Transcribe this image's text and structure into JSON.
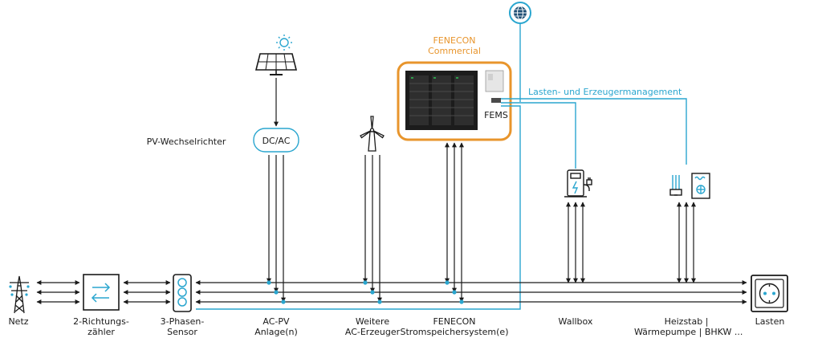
{
  "colors": {
    "line": "#1a1a1a",
    "blue": "#2aa6cf",
    "orange": "#e8952c"
  },
  "labels": {
    "fenecon_commercial_line1": "FENECON",
    "fenecon_commercial_line2": "Commercial",
    "fems": "FEMS",
    "lasten_management": "Lasten- und Erzeugermanagement",
    "pv_wechselrichter": "PV-Wechselrichter",
    "dc_ac": "DC/AC"
  },
  "bottom_labels": {
    "netz": [
      "Netz"
    ],
    "zaehler": [
      "2-Richtungs-",
      "zähler"
    ],
    "sensor": [
      "3-Phasen-",
      "Sensor"
    ],
    "acpv": [
      "AC-PV",
      "Anlage(n)"
    ],
    "weitere": [
      "Weitere",
      "AC-Erzeuger"
    ],
    "speicher": [
      "FENECON",
      "Stromspeichersystem(e)"
    ],
    "wallbox": [
      "Wallbox"
    ],
    "heizstab": [
      "Heizstab |",
      "Wärmepumpe | BHKW ..."
    ],
    "lasten": [
      "Lasten"
    ]
  },
  "icons": [
    "grid-tower-icon",
    "bidirectional-meter-icon",
    "three-phase-sensor-icon",
    "sun-icon",
    "solar-panel-icon",
    "inverter-icon",
    "wind-turbine-icon",
    "battery-cabinet-icon",
    "fems-device-icon",
    "globe-icon",
    "ev-charger-icon",
    "heating-rod-icon",
    "heat-pump-icon",
    "power-socket-icon"
  ]
}
